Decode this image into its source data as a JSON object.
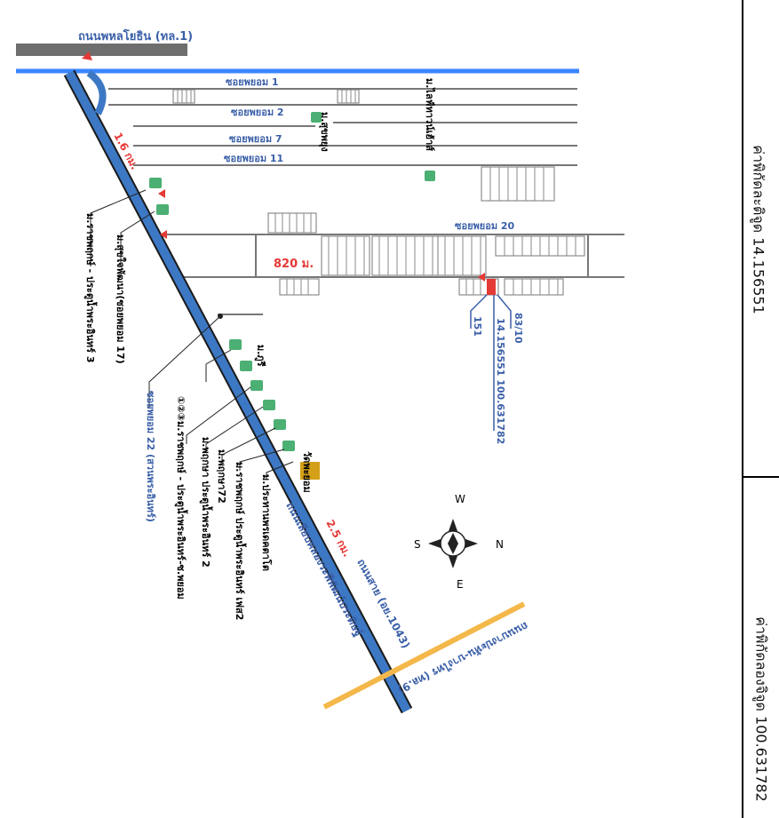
{
  "roads": {
    "main_top": "ถนนพหลโยธิน (ทล.1)",
    "main_diagonal_a": "ถนนสาย (อย.1043)",
    "main_diagonal_b": "ถนนเลียบคลองระพีพัฒน์ประดิษฐ์",
    "cross_road": "ถนนบางปะหัน-บางไทร (ทล.9)"
  },
  "sois": [
    {
      "label": "ซอยพยอม 1"
    },
    {
      "label": "ซอยพยอม 2"
    },
    {
      "label": "ซอยพยอม 7"
    },
    {
      "label": "ซอยพยอม 11"
    },
    {
      "label": "ซอยพยอม 20"
    }
  ],
  "distances": {
    "d1": "1.6 กม.",
    "d2": "820 ม.",
    "d3": "2.5 กม."
  },
  "places": {
    "temple": "วัดพะยอม",
    "village_top1": "ม.ไลฟ์ทาวน์เฮ้าส์",
    "village_top2": "ม.สุขพยุง",
    "village_left1": "ม.ราชพฤกษ์ - ประตูน้ำพระอินทร์ 3",
    "village_left2": "ม.สุขใจพัฒนา(ซอยพยอม 17)",
    "soi22": "ซอยพยอม 22 (สวนพระอินทร์)",
    "village_b1": "①②③ม.ราชพฤกษ์ - ประตูน้ำพระอินทร์-ซ.พยอม",
    "village_b2": "ม.พฤกษา ประตูน้ำพระอินทร์ 2",
    "village_b3": "ม.พฤกษา72",
    "village_b4": "ม.ราชพฤกษ์ ประตูน้ำพระอินทร์ เฟส2",
    "village_b5": "ม.ประทานพรเดคตาโต",
    "village_b6": "ม.ภูรี"
  },
  "target": {
    "house_no": "83/10",
    "alley_no": "151",
    "coords": "14.156551 100.631782"
  },
  "compass": {
    "n": "N",
    "s": "S",
    "e": "E",
    "w": "W"
  },
  "side_panel": {
    "lat_label": "ค่าพิกัดละติจูด 14.156551",
    "lng_label": "ค่าพิกัดลองจิจูด 100.631782"
  },
  "colors": {
    "canal": "#3a86ff",
    "main_road": "#3d78c4",
    "cross_road": "#f4b84a",
    "top_road": "#6e6e6e",
    "distance_text": "#e53935",
    "label_blue": "#3a5fa8",
    "village_icon": "#4caf73",
    "target_marker": "#e53935"
  }
}
